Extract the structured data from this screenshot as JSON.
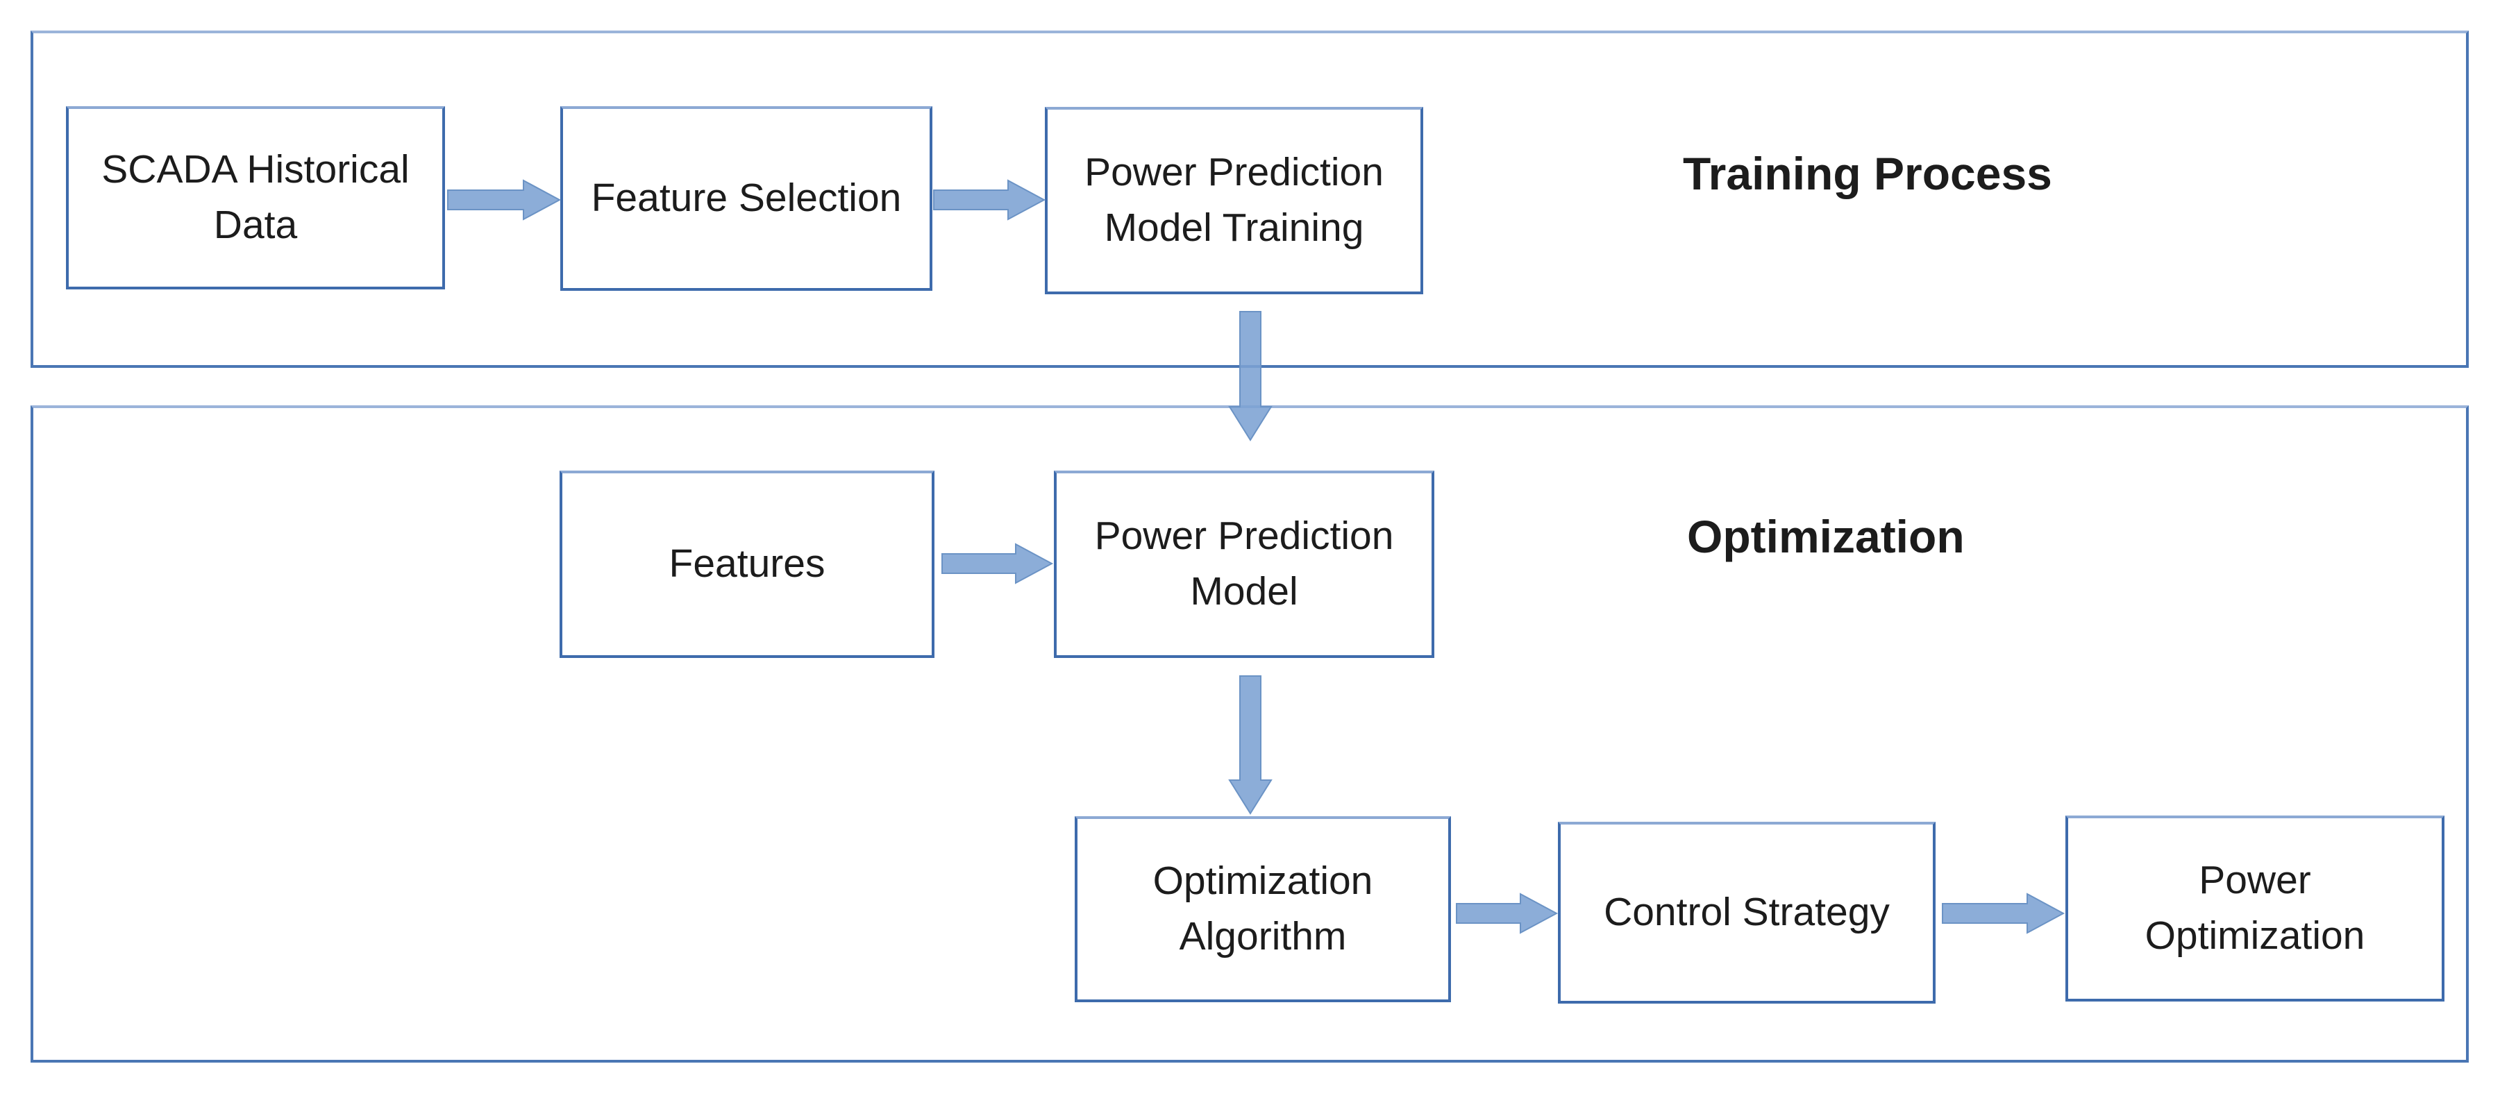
{
  "sections": {
    "training": {
      "title": "Training Process"
    },
    "optimization": {
      "title": "Optimization"
    }
  },
  "boxes": {
    "scada": {
      "label": "SCADA Historical Data"
    },
    "feature_selection": {
      "label": "Feature Selection"
    },
    "ppm_training": {
      "label": "Power Prediction Model Training"
    },
    "features": {
      "label": "Features"
    },
    "ppm": {
      "label": "Power Prediction Model"
    },
    "opt_algorithm": {
      "label": "Optimization Algorithm"
    },
    "control_strategy": {
      "label": "Control Strategy"
    },
    "power_optimization": {
      "label": "Power Optimization"
    }
  },
  "connections": [
    {
      "from": "scada",
      "to": "feature_selection",
      "direction": "right"
    },
    {
      "from": "feature_selection",
      "to": "ppm_training",
      "direction": "right"
    },
    {
      "from": "ppm_training",
      "to": "ppm",
      "direction": "down"
    },
    {
      "from": "features",
      "to": "ppm",
      "direction": "right"
    },
    {
      "from": "ppm",
      "to": "opt_algorithm",
      "direction": "down"
    },
    {
      "from": "opt_algorithm",
      "to": "control_strategy",
      "direction": "right"
    },
    {
      "from": "control_strategy",
      "to": "power_optimization",
      "direction": "right"
    }
  ],
  "colors": {
    "background": "#ffffff",
    "panel_border": "#4a76b4",
    "box_border": "#3e6bac",
    "arrow_fill": "#7ca2d3",
    "text": "#1c1c1c"
  }
}
